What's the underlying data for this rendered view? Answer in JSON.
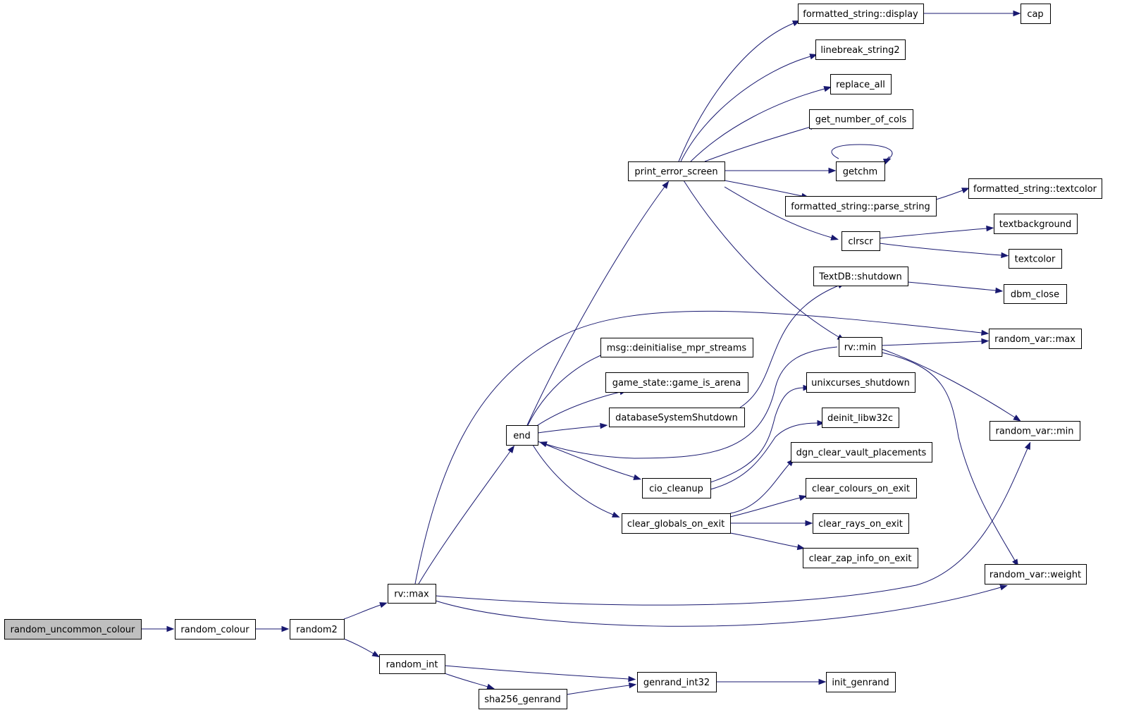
{
  "graph": {
    "edge_color": "#191970",
    "root_fill": "#bfbfbf",
    "nodes": [
      {
        "id": "random_uncommon_colour",
        "label": "random_uncommon_colour",
        "root": true
      },
      {
        "id": "random_colour",
        "label": "random_colour"
      },
      {
        "id": "random2",
        "label": "random2"
      },
      {
        "id": "rv_max",
        "label": "rv::max"
      },
      {
        "id": "random_int",
        "label": "random_int"
      },
      {
        "id": "sha256_genrand",
        "label": "sha256_genrand"
      },
      {
        "id": "genrand_int32",
        "label": "genrand_int32"
      },
      {
        "id": "init_genrand",
        "label": "init_genrand"
      },
      {
        "id": "end",
        "label": "end"
      },
      {
        "id": "print_error_screen",
        "label": "print_error_screen"
      },
      {
        "id": "fs_display",
        "label": "formatted_string::display"
      },
      {
        "id": "cap",
        "label": "cap"
      },
      {
        "id": "linebreak_string2",
        "label": "linebreak_string2"
      },
      {
        "id": "replace_all",
        "label": "replace_all"
      },
      {
        "id": "get_number_of_cols",
        "label": "get_number_of_cols"
      },
      {
        "id": "getchm",
        "label": "getchm"
      },
      {
        "id": "fs_parse_string",
        "label": "formatted_string::parse_string"
      },
      {
        "id": "fs_textcolor",
        "label": "formatted_string::textcolor"
      },
      {
        "id": "clrscr",
        "label": "clrscr"
      },
      {
        "id": "textbackground",
        "label": "textbackground"
      },
      {
        "id": "textcolor",
        "label": "textcolor"
      },
      {
        "id": "textdb_shutdown",
        "label": "TextDB::shutdown"
      },
      {
        "id": "dbm_close",
        "label": "dbm_close"
      },
      {
        "id": "rv_min",
        "label": "rv::min"
      },
      {
        "id": "random_var_max",
        "label": "random_var::max"
      },
      {
        "id": "random_var_min",
        "label": "random_var::min"
      },
      {
        "id": "random_var_weight",
        "label": "random_var::weight"
      },
      {
        "id": "msg_deinit",
        "label": "msg::deinitialise_mpr_streams"
      },
      {
        "id": "game_is_arena",
        "label": "game_state::game_is_arena"
      },
      {
        "id": "db_shutdown",
        "label": "databaseSystemShutdown"
      },
      {
        "id": "cio_cleanup",
        "label": "cio_cleanup"
      },
      {
        "id": "unixcurses_shutdown",
        "label": "unixcurses_shutdown"
      },
      {
        "id": "deinit_libw32c",
        "label": "deinit_libw32c"
      },
      {
        "id": "clear_globals_on_exit",
        "label": "clear_globals_on_exit"
      },
      {
        "id": "dgn_clear_vault_placements",
        "label": "dgn_clear_vault_placements"
      },
      {
        "id": "clear_colours_on_exit",
        "label": "clear_colours_on_exit"
      },
      {
        "id": "clear_rays_on_exit",
        "label": "clear_rays_on_exit"
      },
      {
        "id": "clear_zap_info_on_exit",
        "label": "clear_zap_info_on_exit"
      }
    ],
    "edges": [
      {
        "from": "random_uncommon_colour",
        "to": "random_colour"
      },
      {
        "from": "random_colour",
        "to": "random2"
      },
      {
        "from": "random2",
        "to": "rv_max"
      },
      {
        "from": "random2",
        "to": "random_int"
      },
      {
        "from": "random_int",
        "to": "genrand_int32"
      },
      {
        "from": "random_int",
        "to": "sha256_genrand"
      },
      {
        "from": "sha256_genrand",
        "to": "genrand_int32"
      },
      {
        "from": "genrand_int32",
        "to": "init_genrand"
      },
      {
        "from": "rv_max",
        "to": "end"
      },
      {
        "from": "rv_max",
        "to": "random_var_max"
      },
      {
        "from": "rv_max",
        "to": "random_var_min"
      },
      {
        "from": "rv_max",
        "to": "random_var_weight"
      },
      {
        "from": "end",
        "to": "print_error_screen"
      },
      {
        "from": "end",
        "to": "msg_deinit"
      },
      {
        "from": "end",
        "to": "game_is_arena"
      },
      {
        "from": "end",
        "to": "db_shutdown"
      },
      {
        "from": "end",
        "to": "cio_cleanup"
      },
      {
        "from": "end",
        "to": "clear_globals_on_exit"
      },
      {
        "from": "rv_min",
        "to": "end"
      },
      {
        "from": "print_error_screen",
        "to": "fs_display"
      },
      {
        "from": "print_error_screen",
        "to": "linebreak_string2"
      },
      {
        "from": "print_error_screen",
        "to": "replace_all"
      },
      {
        "from": "print_error_screen",
        "to": "get_number_of_cols"
      },
      {
        "from": "print_error_screen",
        "to": "getchm"
      },
      {
        "from": "print_error_screen",
        "to": "fs_parse_string"
      },
      {
        "from": "print_error_screen",
        "to": "clrscr"
      },
      {
        "from": "print_error_screen",
        "to": "rv_min"
      },
      {
        "from": "getchm",
        "to": "getchm"
      },
      {
        "from": "fs_display",
        "to": "cap"
      },
      {
        "from": "fs_parse_string",
        "to": "fs_textcolor"
      },
      {
        "from": "clrscr",
        "to": "textbackground"
      },
      {
        "from": "clrscr",
        "to": "textcolor"
      },
      {
        "from": "textdb_shutdown",
        "to": "dbm_close"
      },
      {
        "from": "db_shutdown",
        "to": "textdb_shutdown"
      },
      {
        "from": "rv_min",
        "to": "random_var_max"
      },
      {
        "from": "rv_min",
        "to": "random_var_min"
      },
      {
        "from": "rv_min",
        "to": "random_var_weight"
      },
      {
        "from": "cio_cleanup",
        "to": "unixcurses_shutdown"
      },
      {
        "from": "cio_cleanup",
        "to": "deinit_libw32c"
      },
      {
        "from": "clear_globals_on_exit",
        "to": "dgn_clear_vault_placements"
      },
      {
        "from": "clear_globals_on_exit",
        "to": "clear_colours_on_exit"
      },
      {
        "from": "clear_globals_on_exit",
        "to": "clear_rays_on_exit"
      },
      {
        "from": "clear_globals_on_exit",
        "to": "clear_zap_info_on_exit"
      }
    ]
  }
}
